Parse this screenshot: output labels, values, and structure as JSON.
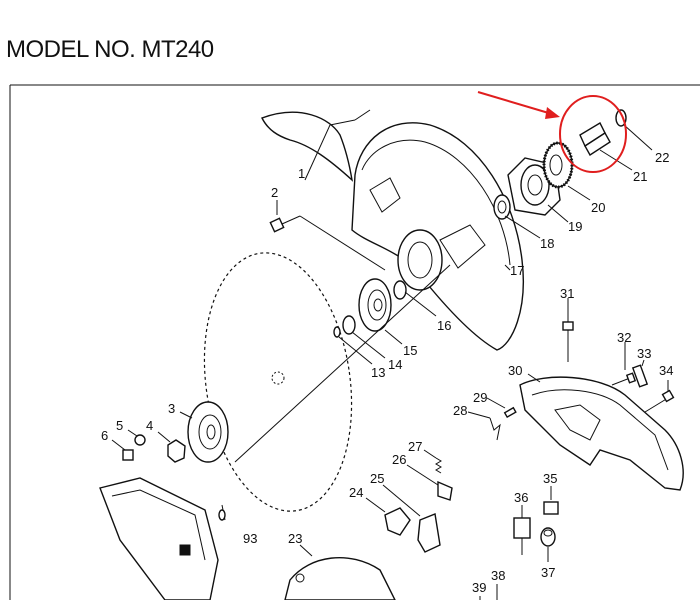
{
  "title": "MODEL NO. MT240",
  "callouts": [
    {
      "id": "1",
      "label": "1"
    },
    {
      "id": "2",
      "label": "2"
    },
    {
      "id": "3",
      "label": "3"
    },
    {
      "id": "4",
      "label": "4"
    },
    {
      "id": "5",
      "label": "5"
    },
    {
      "id": "6",
      "label": "6"
    },
    {
      "id": "13",
      "label": "13"
    },
    {
      "id": "14",
      "label": "14"
    },
    {
      "id": "15",
      "label": "15"
    },
    {
      "id": "16",
      "label": "16"
    },
    {
      "id": "17",
      "label": "17"
    },
    {
      "id": "18",
      "label": "18"
    },
    {
      "id": "19",
      "label": "19"
    },
    {
      "id": "20",
      "label": "20"
    },
    {
      "id": "21",
      "label": "21"
    },
    {
      "id": "22",
      "label": "22"
    },
    {
      "id": "23",
      "label": "23"
    },
    {
      "id": "24",
      "label": "24"
    },
    {
      "id": "25",
      "label": "25"
    },
    {
      "id": "26",
      "label": "26"
    },
    {
      "id": "27",
      "label": "27"
    },
    {
      "id": "28",
      "label": "28"
    },
    {
      "id": "29",
      "label": "29"
    },
    {
      "id": "30",
      "label": "30"
    },
    {
      "id": "31",
      "label": "31"
    },
    {
      "id": "32",
      "label": "32"
    },
    {
      "id": "33",
      "label": "33"
    },
    {
      "id": "34",
      "label": "34"
    },
    {
      "id": "35",
      "label": "35"
    },
    {
      "id": "36",
      "label": "36"
    },
    {
      "id": "37",
      "label": "37"
    },
    {
      "id": "38",
      "label": "38"
    },
    {
      "id": "39",
      "label": "39"
    },
    {
      "id": "93",
      "label": "93"
    }
  ],
  "highlight": {
    "target": "21",
    "color": "#e01e1e",
    "icon": "red-circle-arrow"
  },
  "colors": {
    "ink": "#111111",
    "paper": "#ffffff",
    "highlight": "#e01e1e"
  }
}
